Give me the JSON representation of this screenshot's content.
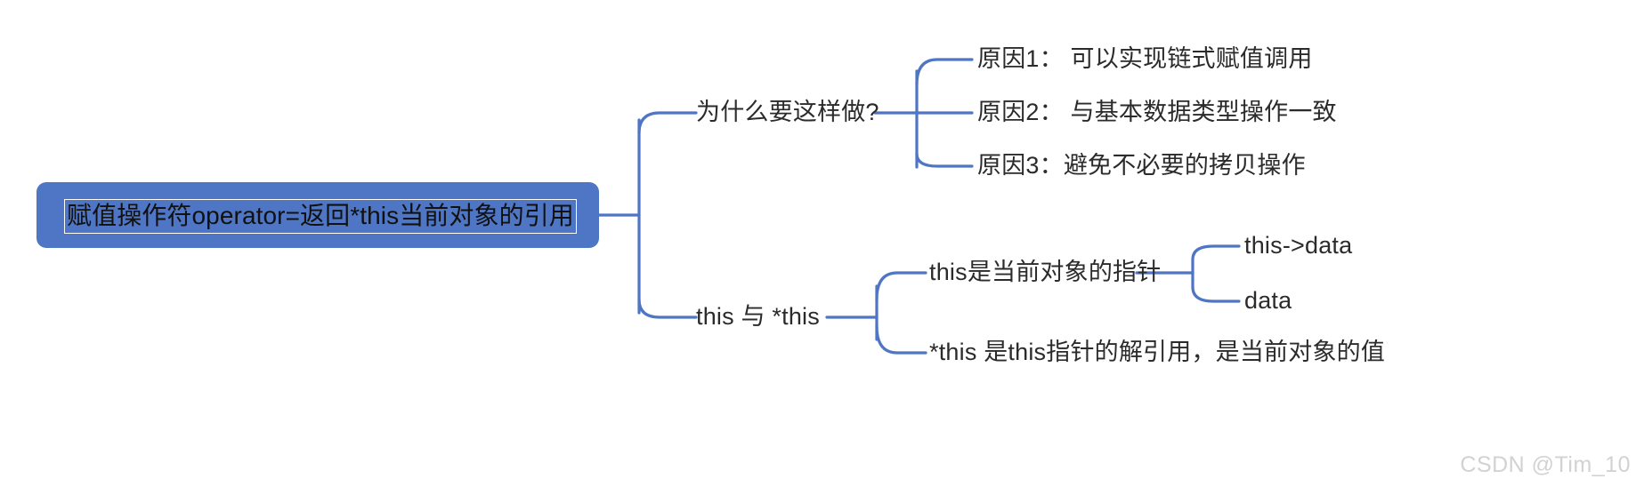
{
  "diagram": {
    "type": "mindmap",
    "orientation": "left-to-right",
    "background_color": "#ffffff",
    "branch_color": "#4e76c4",
    "root_fill": "#4e76c4",
    "text_color": "#2b2b2b",
    "root": {
      "label": "赋值操作符operator=返回*this当前对象的引用"
    },
    "branches": [
      {
        "label": "为什么要这样做?",
        "children": [
          {
            "label": "原因1： 可以实现链式赋值调用"
          },
          {
            "label": "原因2： 与基本数据类型操作一致"
          },
          {
            "label": "原因3：避免不必要的拷贝操作"
          }
        ]
      },
      {
        "label": "this 与 *this",
        "children": [
          {
            "label": "this是当前对象的指针",
            "children": [
              {
                "label": "this->data"
              },
              {
                "label": "data"
              }
            ]
          },
          {
            "label": "*this 是this指针的解引用，是当前对象的值"
          }
        ]
      }
    ]
  },
  "watermark": {
    "text": "CSDN @Tim_10",
    "color": "#d2d2d2"
  }
}
